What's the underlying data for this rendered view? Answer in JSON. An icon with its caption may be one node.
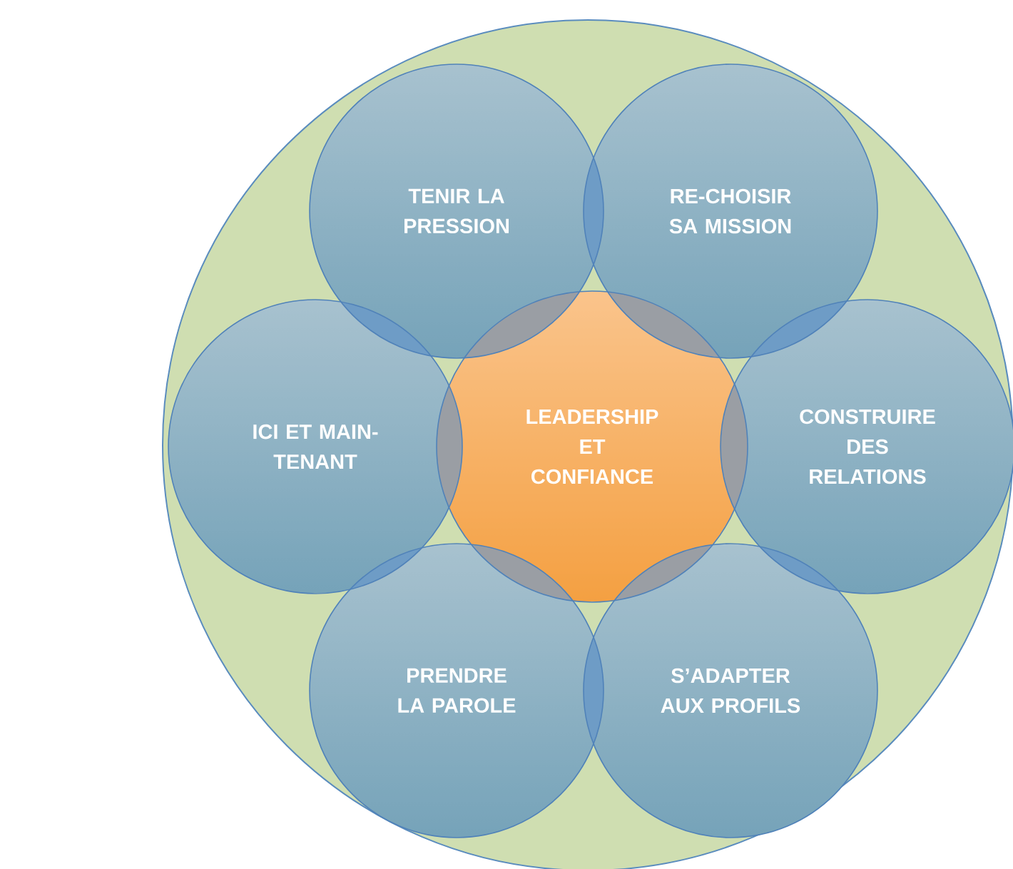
{
  "diagram": {
    "nodes": [
      {
        "text": [
          "TENIR LA PRESSION"
        ]
      },
      {
        "text": [
          "RE-CHOISIR SA MISSION"
        ]
      },
      {
        "text": [
          "ICI ET MAIN-TENANT"
        ]
      },
      {
        "text": [
          "LEADERSHIP ET CONFIANCE"
        ]
      },
      {
        "text": [
          "CONSTRUIRE DES RELATIONS"
        ]
      },
      {
        "text": [
          "PRENDRE LA PAROLE"
        ]
      },
      {
        "text": [
          "S’ADAPTER AUX PROFILS"
        ]
      }
    ]
  }
}
